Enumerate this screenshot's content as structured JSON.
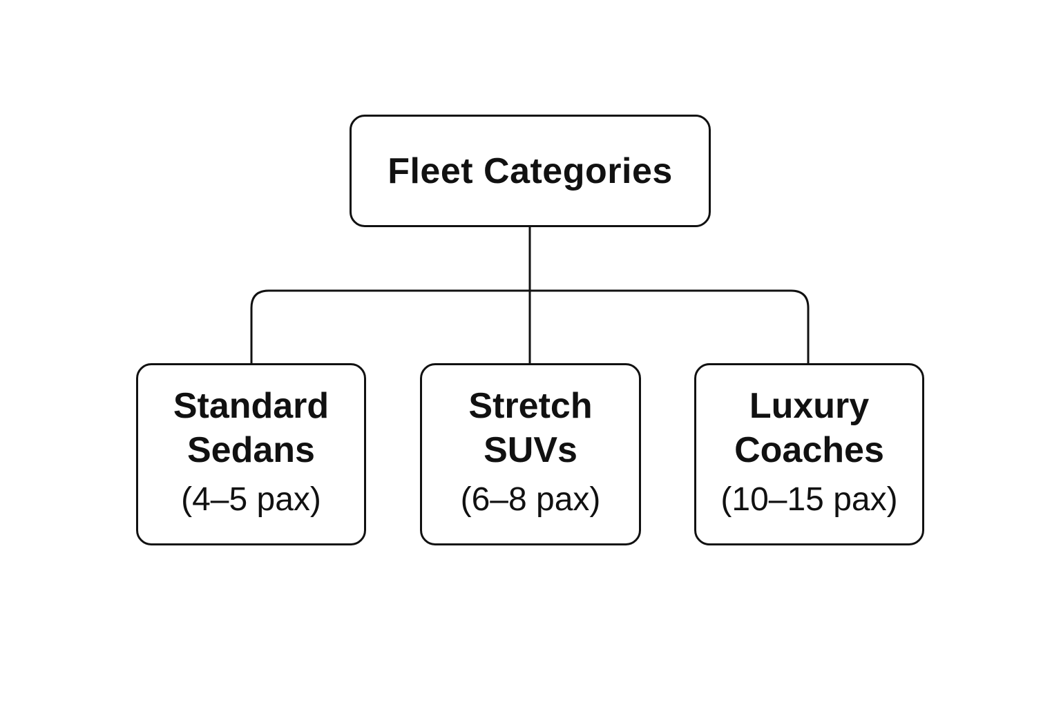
{
  "diagram": {
    "root": {
      "label": "Fleet Categories"
    },
    "children": [
      {
        "line1": "Standard",
        "line2": "Sedans",
        "capacity": "(4–5 pax)"
      },
      {
        "line1": "Stretch",
        "line2": "SUVs",
        "capacity": "(6–8 pax)"
      },
      {
        "line1": "Luxury",
        "line2": "Coaches",
        "capacity": "(10–15 pax)"
      }
    ],
    "colors": {
      "stroke": "#111111",
      "background": "#ffffff",
      "text": "#111111"
    }
  }
}
